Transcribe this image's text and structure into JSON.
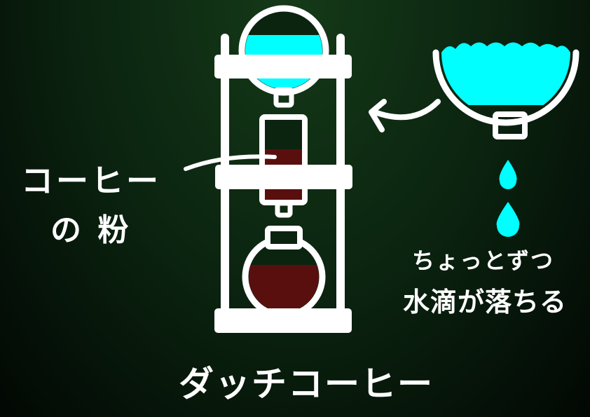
{
  "labels": {
    "coffee_powder_line1": "コーヒー",
    "coffee_powder_line2": "の 粉",
    "drip_line1": "ちょっとずつ",
    "drip_line2": "水滴が落ちる",
    "title": "ダッチコーヒー"
  },
  "colors": {
    "water": "#00ffff",
    "coffee": "#5a0f0f",
    "line": "#ffffff"
  }
}
